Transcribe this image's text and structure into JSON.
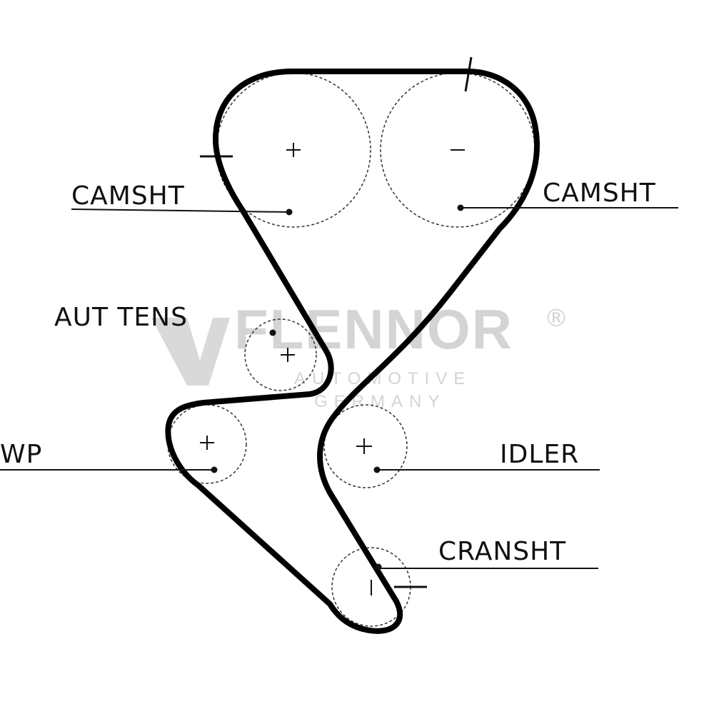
{
  "labels": {
    "camshaft_left": "CAMSHT",
    "camshaft_right": "CAMSHT",
    "auto_tensioner": "AUT TENS",
    "water_pump": "WP",
    "idler": "IDLER",
    "crankshaft": "CRANSHT"
  },
  "watermark": {
    "brand": "FLENNOR",
    "registered": "®",
    "line1": "AUTOMOTIVE",
    "line2": "GERMANY"
  },
  "colors": {
    "belt": "#000000",
    "line": "#111111",
    "watermark": "#d4d4d4",
    "background": "#ffffff"
  }
}
